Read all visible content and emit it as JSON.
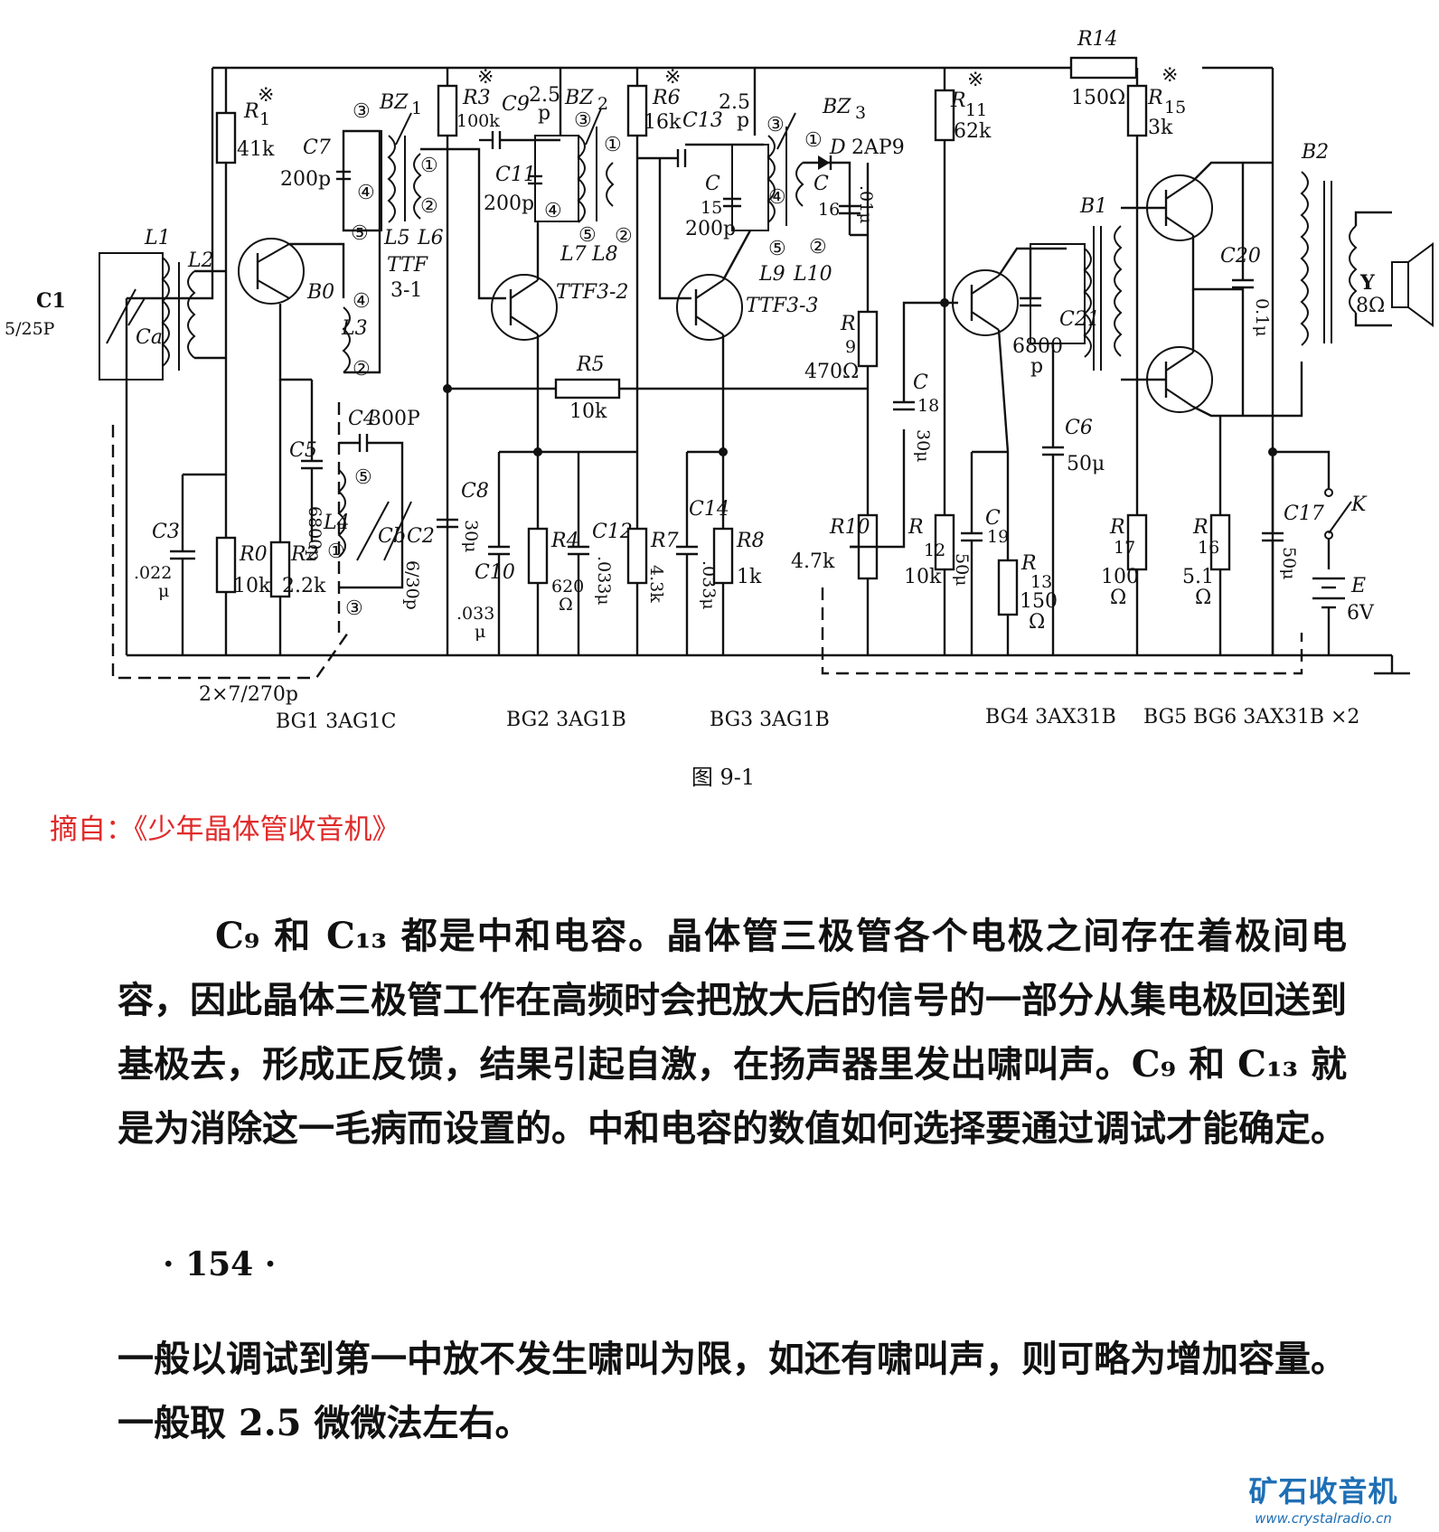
{
  "figure": {
    "caption": "图 9-1",
    "labels": {
      "R14": "R14",
      "R14_val": "150Ω",
      "R1": "R",
      "R1_sub": "1",
      "R1_val": "41k",
      "star": "※",
      "BZ1": "BZ",
      "BZ1_sub": "1",
      "R3": "R3",
      "R3_val": "100k",
      "C9": "C9",
      "C9_val": "2.5",
      "C9_unit": "p",
      "BZ2": "BZ",
      "BZ2_sub": "2",
      "R6": "R6",
      "R6_val": "16k",
      "C13": "C13",
      "C13_val": "2.5",
      "C13_unit": "p",
      "BZ3": "BZ",
      "BZ3_sub": "3",
      "R11": "R",
      "R11_sub": "11",
      "R11_val": "62k",
      "R15": "R",
      "R15_sub": "15",
      "R15_val": "3k",
      "C7": "C7",
      "C7_val": "200p",
      "C11": "C11",
      "C11_val": "200p",
      "C15": "C",
      "C15_sub": "15",
      "C15_val": "200p",
      "D": "D",
      "D_val": "2AP9",
      "C16": "C",
      "C16_sub": "16",
      "C16_val": ".01μ",
      "L1": "L1",
      "L2": "L2",
      "L3": "L3",
      "L4": "L4",
      "L5": "L5",
      "L6": "L6",
      "L7": "L7",
      "L8": "L8",
      "L9": "L9",
      "L10": "L10",
      "C1": "C1",
      "C1_val": "5/25P",
      "Ca": "Ca",
      "B0": "B0",
      "TTF31": "TTF",
      "TTF31b": "3-1",
      "TTF32": "TTF3-2",
      "TTF33": "TTF3-3",
      "R9": "R",
      "R9_sub": "9",
      "R9_val": "470Ω",
      "B1": "B1",
      "B2": "B2",
      "C20": "C20",
      "C20_val": "0.1μ",
      "Y": "Y",
      "Y_val": "8Ω",
      "C21": "C21",
      "C21_val": "6800",
      "C21_unit": "p",
      "R5": "R5",
      "R5_val": "10k",
      "C4": "C4",
      "C4_val": "300P",
      "C5": "C5",
      "C5_val": "6800p",
      "C18": "C",
      "C18_sub": "18",
      "C18_val": "30μ",
      "C6": "C6",
      "C6_val": "50μ",
      "C17": "C17",
      "C17_val": "50μ",
      "K": "K",
      "E": "E",
      "E_val": "6V",
      "C3": "C3",
      "C3_val": ".022",
      "C3_unit": "μ",
      "R0": "R0",
      "R0_val": "10k",
      "R2": "R2",
      "R2_val": "2.2k",
      "Cb": "Cb",
      "C2": "C2",
      "C2_val": "6/30p",
      "C8": "C8",
      "C8_val": "30μ",
      "C10": "C10",
      "C10_val": ".033",
      "C10_unit": "μ",
      "R4": "R4",
      "R4_val": "620",
      "R4_unit": "Ω",
      "C12": "C12",
      "C12_val": ".033μ",
      "R7": "R7",
      "R7_val": "4.3k",
      "C14": "C14",
      "C14_val": ".033μ",
      "R8": "R8",
      "R8_val": "1k",
      "R10": "R10",
      "R10_val": "4.7k",
      "R12": "R",
      "R12_sub": "12",
      "R12_val": "10k",
      "C19": "C",
      "C19_sub": "19",
      "C19_val": "50μ",
      "R13": "R",
      "R13_sub": "13",
      "R13_val": "150",
      "R13_unit": "Ω",
      "R17": "R",
      "R17_sub": "17",
      "R17_val": "100",
      "R17_unit": "Ω",
      "R16": "R",
      "R16_sub": "16",
      "R16_val": "5.1",
      "R16_unit": "Ω",
      "gang": "2×7/270p",
      "BG1": "BG1  3AG1C",
      "BG2": "BG2  3AG1B",
      "BG3": "BG3  3AG1B",
      "BG4": "BG4  3AX31B",
      "BG56": "BG5 BG6  3AX31B ×2",
      "p1": "①",
      "p2": "②",
      "p3": "③",
      "p4": "④",
      "p5": "⑤"
    }
  },
  "source": "摘自：《少年晶体管收音机》",
  "paragraph1": "C₉ 和 C₁₃ 都是中和电容。晶体管三极管各个电极之间存在着极间电容，因此晶体三极管工作在高频时会把放大后的信号的一部分从集电极回送到基极去，形成正反馈，结果引起自激，在扬声器里发出啸叫声。C₉ 和 C₁₃ 就是为消除这一毛病而设置的。中和电容的数值如何选择要通过调试才能确定。",
  "page_number": "· 154 ·",
  "paragraph2": "一般以调试到第一中放不发生啸叫为限，如还有啸叫声，则可略为增加容量。一般取 2.5 微微法左右。",
  "watermark": {
    "title": "矿石收音机",
    "url": "www.crystalradio.cn"
  }
}
